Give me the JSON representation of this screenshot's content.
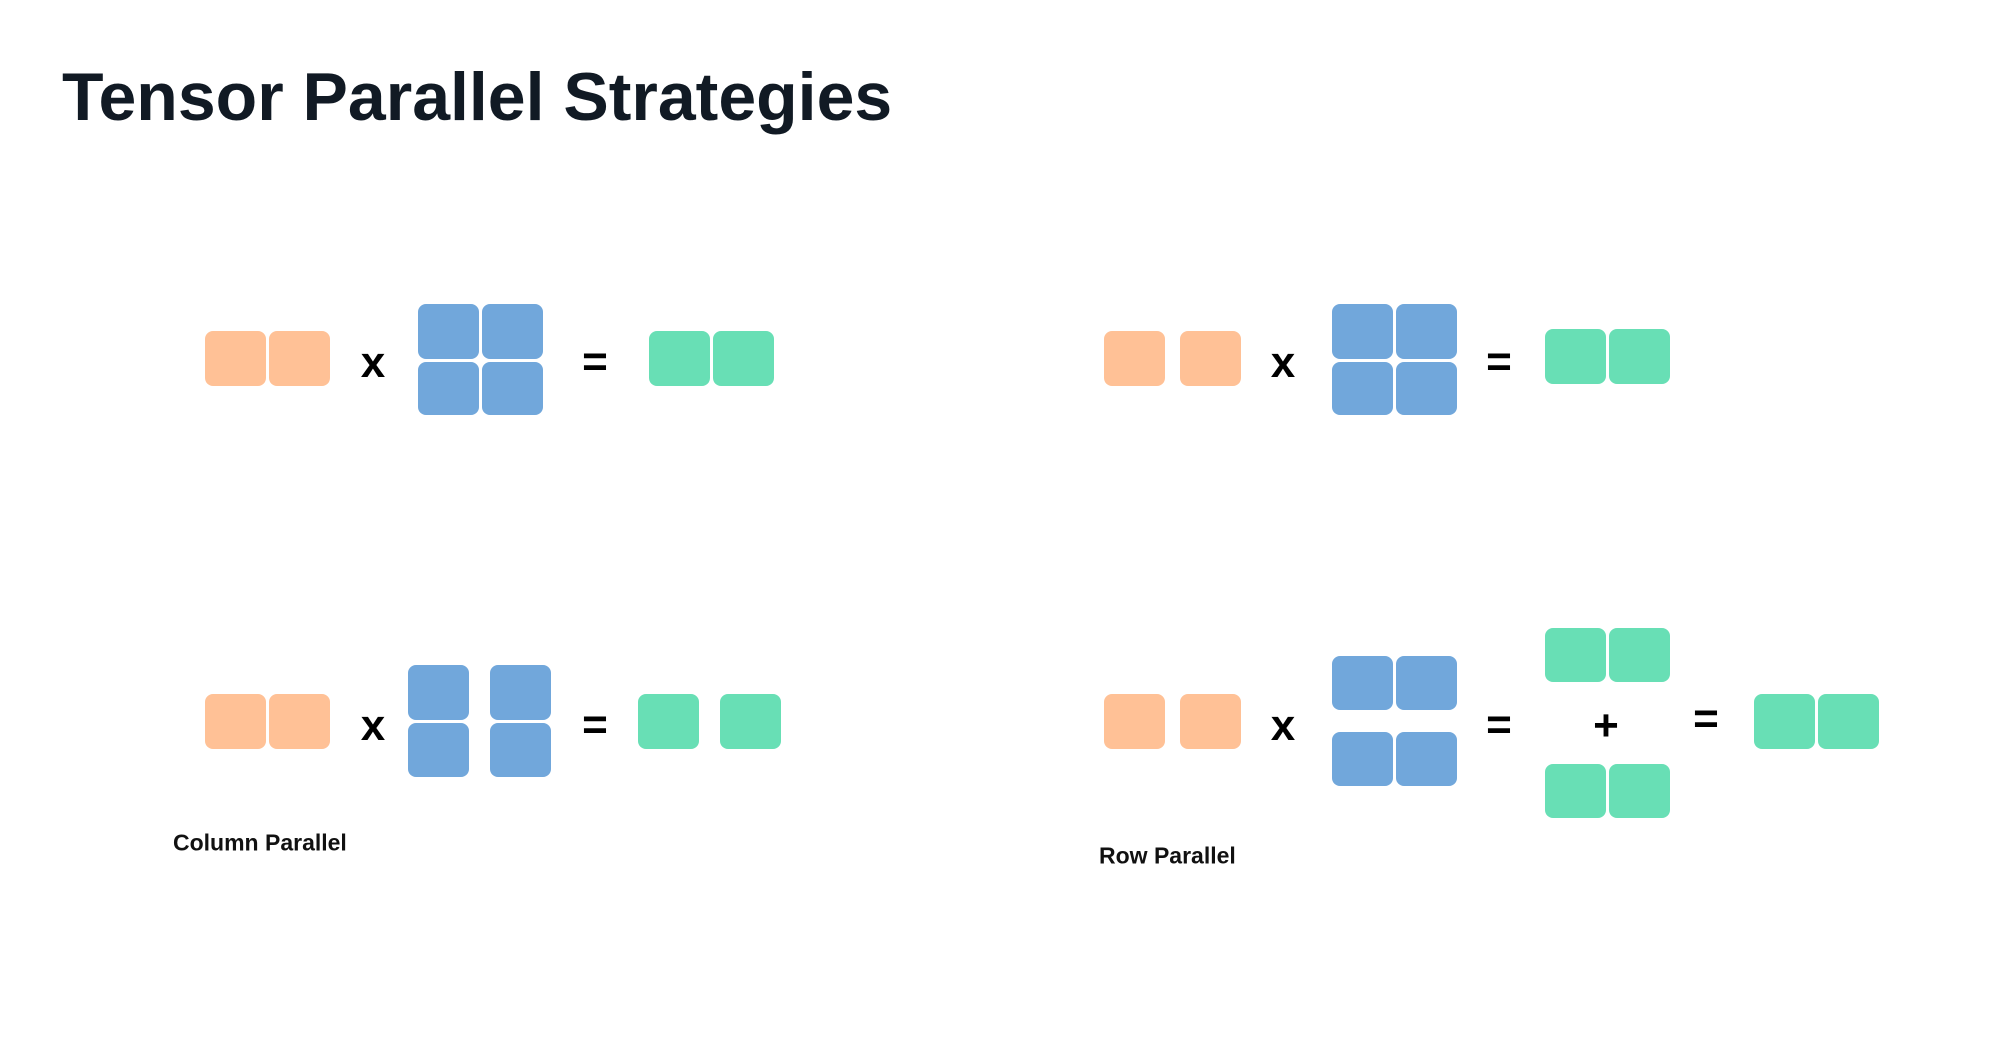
{
  "title": "Tensor Parallel Strategies",
  "colors": {
    "input": "#FFC196",
    "weight": "#71A7DB",
    "output": "#68DFB5",
    "title": "#111a24"
  },
  "operators": {
    "multiply": "x",
    "equals": "=",
    "plus": "+"
  },
  "sections": [
    {
      "label": "Column Parallel"
    },
    {
      "label": "Row Parallel"
    }
  ]
}
